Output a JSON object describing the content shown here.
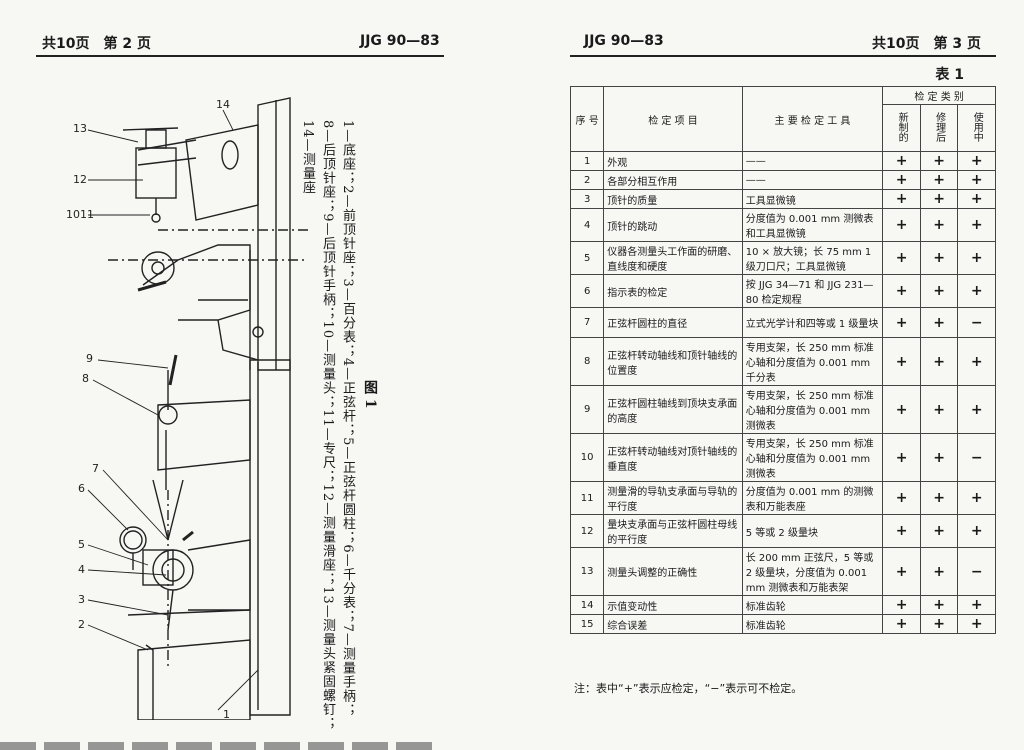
{
  "left": {
    "header_left": "共10页　第 2 页",
    "header_right": "JJG 90—83",
    "figure_label": "图 1",
    "caption_lines": [
      "1—底座；2—前顶针座；3—百分表；4—正弦杆；5—正弦杆圆柱；6—千分表；7—测量手柄；",
      "8—后顶针座；9—后顶针手柄；10—测量头；11—专尺；12—测量滑座；13—测量头紧固螺钉；",
      "14—测量座"
    ],
    "callouts": [
      "1",
      "2",
      "3",
      "4",
      "5",
      "6",
      "7",
      "8",
      "9",
      "10",
      "11",
      "12",
      "13",
      "14"
    ]
  },
  "right": {
    "header_left": "JJG 90—83",
    "header_right": "共10页　第 3 页",
    "table_title": "表 1",
    "columns": {
      "no": "序 号",
      "item": "检 定 项 目",
      "tool": "主 要 检 定 工 具",
      "category": "检 定 类 别",
      "new": "新制的",
      "repaired": "修理后",
      "in_use": "使用中"
    },
    "rows": [
      {
        "no": "1",
        "item": "外观",
        "tool": "——",
        "new": "+",
        "rep": "+",
        "use": "+"
      },
      {
        "no": "2",
        "item": "各部分相互作用",
        "tool": "——",
        "new": "+",
        "rep": "+",
        "use": "+"
      },
      {
        "no": "3",
        "item": "顶针的质量",
        "tool": "工具显微镜",
        "new": "+",
        "rep": "+",
        "use": "+"
      },
      {
        "no": "4",
        "item": "顶针的跳动",
        "tool": "分度值为 0.001 mm 测微表和工具显微镜",
        "new": "+",
        "rep": "+",
        "use": "+"
      },
      {
        "no": "5",
        "item": "仪器各测量头工作面的研磨、直线度和硬度",
        "tool": "10 × 放大镜；长 75 mm 1 级刀口尺；工具显微镜",
        "new": "+",
        "rep": "+",
        "use": "+"
      },
      {
        "no": "6",
        "item": "指示表的检定",
        "tool": "按 JJG 34—71 和 JJG 231—80 检定规程",
        "new": "+",
        "rep": "+",
        "use": "+"
      },
      {
        "no": "7",
        "item": "正弦杆圆柱的直径",
        "tool": "立式光学计和四等或 1 级量块",
        "new": "+",
        "rep": "+",
        "use": "−"
      },
      {
        "no": "8",
        "item": "正弦杆转动轴线和顶针轴线的位置度",
        "tool": "专用支架，长 250 mm 标准心轴和分度值为 0.001 mm 千分表",
        "new": "+",
        "rep": "+",
        "use": "+"
      },
      {
        "no": "9",
        "item": "正弦杆圆柱轴线到顶块支承面的高度",
        "tool": "专用支架，长 250 mm 标准心轴和分度值为 0.001 mm 测微表",
        "new": "+",
        "rep": "+",
        "use": "+"
      },
      {
        "no": "10",
        "item": "正弦杆转动轴线对顶针轴线的垂直度",
        "tool": "专用支架，长 250 mm 标准心轴和分度值为 0.001 mm 测微表",
        "new": "+",
        "rep": "+",
        "use": "−"
      },
      {
        "no": "11",
        "item": "测量滑的导轨支承面与导轨的平行度",
        "tool": "分度值为 0.001 mm 的测微表和万能表座",
        "new": "+",
        "rep": "+",
        "use": "+"
      },
      {
        "no": "12",
        "item": "量块支承面与正弦杆圆柱母线的平行度",
        "tool": "5 等或 2 级量块",
        "new": "+",
        "rep": "+",
        "use": "+"
      },
      {
        "no": "13",
        "item": "测量头调整的正确性",
        "tool": "长 200 mm 正弦尺，5 等或 2 级量块，分度值为 0.001 mm 测微表和万能表架",
        "new": "+",
        "rep": "+",
        "use": "−"
      },
      {
        "no": "14",
        "item": "示值变动性",
        "tool": "标准齿轮",
        "new": "+",
        "rep": "+",
        "use": "+"
      },
      {
        "no": "15",
        "item": "综合误差",
        "tool": "标准齿轮",
        "new": "+",
        "rep": "+",
        "use": "+"
      }
    ],
    "note": "注：表中“+”表示应检定，“−”表示可不检定。"
  }
}
